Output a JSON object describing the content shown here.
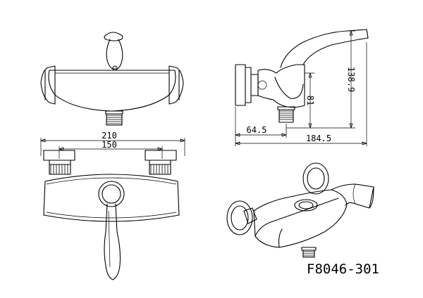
{
  "drawing": {
    "model_code": "F8046-301",
    "dimensions": {
      "overall_width": "210",
      "inlet_spacing": "150",
      "projection": "184.5",
      "wall_to_inlet": "64.5",
      "total_height": "138.9",
      "body_height": "81"
    }
  }
}
